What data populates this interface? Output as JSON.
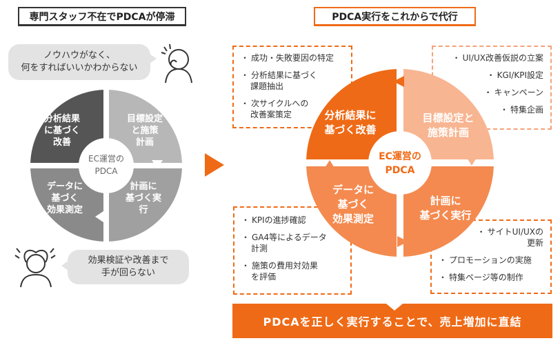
{
  "left_panel": {
    "title": "専門スタッフ不在でPDCAが停滞",
    "bubble_top": [
      "ノウハウがなく、",
      "何をすればいいかわからない"
    ],
    "bubble_bottom": [
      "効果検証や改善まで",
      "手が回らない"
    ],
    "center": [
      "EC運営の",
      "PDCA"
    ],
    "quadrants": {
      "top_left": [
        "分析結果",
        "に基づく",
        "改善"
      ],
      "top_right": [
        "目標設定",
        "と施策",
        "計画"
      ],
      "bottom_left": [
        "データに",
        "基づく",
        "効果測定"
      ],
      "bottom_right": [
        "計画に",
        "基づく実",
        "行"
      ]
    }
  },
  "right_panel": {
    "title": "PDCA実行をこれからで代行",
    "center": [
      "EC運営の",
      "PDCA"
    ],
    "quadrants": {
      "top_left": [
        "分析結果に",
        "基づく改善"
      ],
      "top_right": [
        "目標設定と",
        "施策計画"
      ],
      "bottom_left": [
        "データに",
        "基づく",
        "効果測定"
      ],
      "bottom_right": [
        "計画に",
        "基づく実行"
      ]
    },
    "notes": {
      "top_left": [
        [
          "成功・失敗要因の特定"
        ],
        [
          "分析結果に基づく",
          "課題抽出"
        ],
        [
          "次サイクルへの",
          "改善案策定"
        ]
      ],
      "top_right": [
        [
          "UI/UX改善仮説の立案"
        ],
        [
          "KGI/KPI設定"
        ],
        [
          "キャンペーン"
        ],
        [
          "特集企画"
        ]
      ],
      "bottom_left": [
        [
          "KPIの進捗確認"
        ],
        [
          "GA4等によるデータ",
          "計測"
        ],
        [
          "施策の費用対効果",
          "を評価"
        ]
      ],
      "bottom_right": [
        [
          "サイトUI/UXの",
          "更新"
        ],
        [
          "プロモーションの実施"
        ],
        [
          "特集ページ等の制作"
        ]
      ]
    },
    "bullet": "・",
    "banner": "PDCAを正しく実行することで、売上増加に直結"
  },
  "colors": {
    "accent": "#ef6a16",
    "accent_light": "#f8b591",
    "accent_mid": "#f48a4f",
    "gray_dark": "#555555",
    "gray_mid": "#8a8a8a",
    "gray_light": "#b7b7b7",
    "bubble": "#e3e3e3"
  }
}
